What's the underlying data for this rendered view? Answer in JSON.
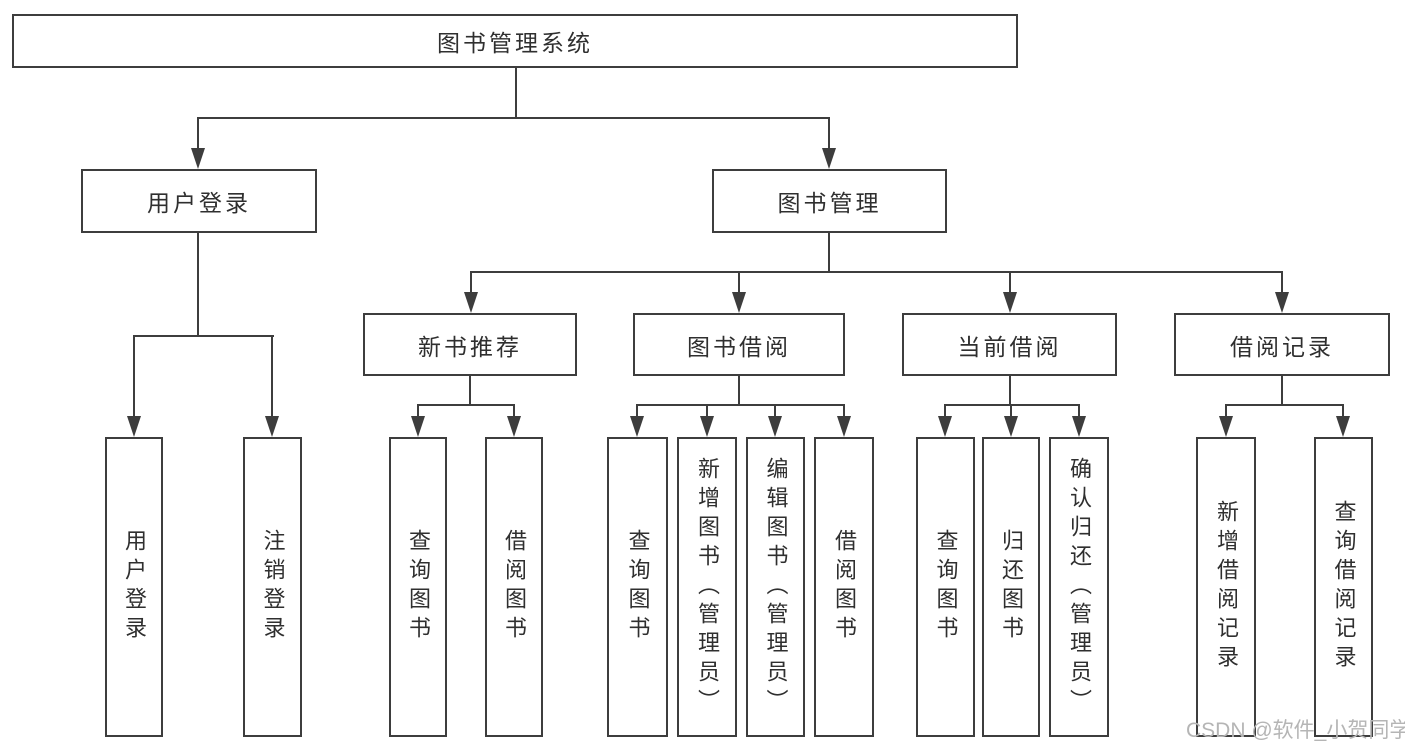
{
  "root": {
    "label": "图书管理系统"
  },
  "branches": {
    "user_login": {
      "label": "用户登录",
      "children": [
        {
          "label": "用户登录"
        },
        {
          "label": "注销登录"
        }
      ]
    },
    "book_mgmt": {
      "label": "图书管理",
      "children": [
        {
          "label": "新书推荐",
          "children": [
            {
              "label": "查询图书"
            },
            {
              "label": "借阅图书"
            }
          ]
        },
        {
          "label": "图书借阅",
          "children": [
            {
              "label": "查询图书"
            },
            {
              "label": "新增图书（管理员）"
            },
            {
              "label": "编辑图书（管理员）"
            },
            {
              "label": "借阅图书"
            }
          ]
        },
        {
          "label": "当前借阅",
          "children": [
            {
              "label": "查询图书"
            },
            {
              "label": "归还图书"
            },
            {
              "label": "确认归还（管理员）"
            }
          ]
        },
        {
          "label": "借阅记录",
          "children": [
            {
              "label": "新增借阅记录"
            },
            {
              "label": "查询借阅记录"
            }
          ]
        }
      ]
    }
  },
  "watermark": "CSDN @软件_小贺同学",
  "colors": {
    "line": "#3d3d3d",
    "text": "#2f2f2f",
    "watermark": "#b5b5b5",
    "background": "#ffffff"
  }
}
